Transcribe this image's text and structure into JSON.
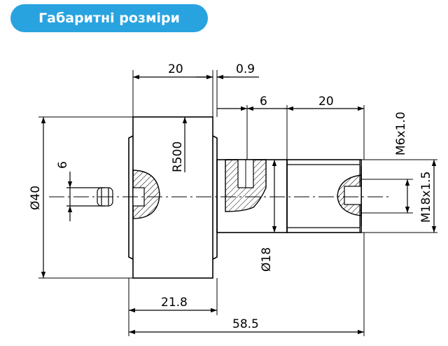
{
  "title": "Габаритні розміри",
  "colors": {
    "badge": "#29a3e0",
    "line": "#000000",
    "badge_text": "#ffffff"
  },
  "dimensions": {
    "d1": "20",
    "d2": "0.9",
    "d3": "6",
    "d4": "20",
    "d5": "M6x1.0",
    "d6": "R500",
    "d7": "6",
    "d8": "Ø40",
    "d9": "M18x1.5",
    "d10": "Ø18",
    "d11": "21.8",
    "d12": "58.5"
  }
}
